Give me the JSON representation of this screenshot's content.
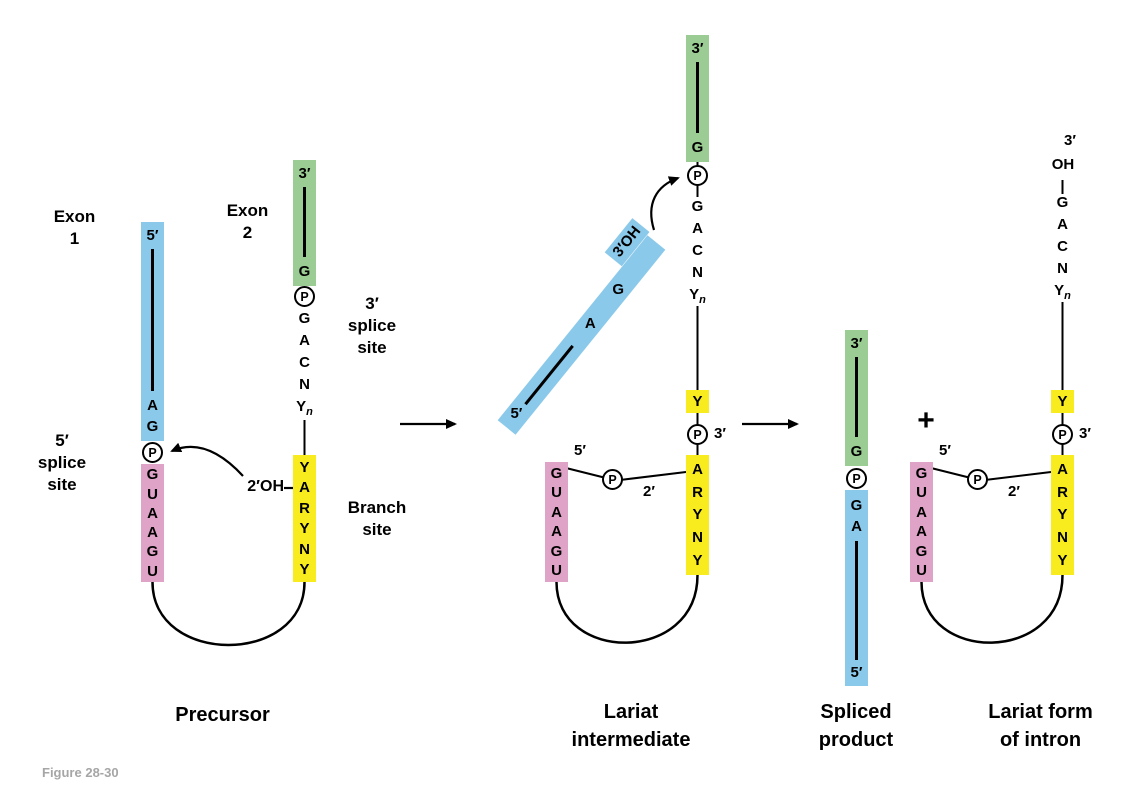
{
  "figure_caption": "Figure 28-30",
  "colors": {
    "exon1": "#8bc9ea",
    "exon2": "#9bcc93",
    "intron_5p": "#dfa3c7",
    "branch": "#f8ec1e"
  },
  "stage_titles": {
    "precursor": "Precursor",
    "lariat_intermediate_1": "Lariat",
    "lariat_intermediate_2": "intermediate",
    "spliced_product_1": "Spliced",
    "spliced_product_2": "product",
    "lariat_intron_1": "Lariat form",
    "lariat_intron_2": "of intron"
  },
  "labels": {
    "exon1_1": "Exon",
    "exon1_2": "1",
    "exon2_1": "Exon",
    "exon2_2": "2",
    "splice5_1": "5′",
    "splice5_2": "splice",
    "splice5_3": "site",
    "splice3_1": "3′",
    "splice3_2": "splice",
    "splice3_3": "site",
    "branch_1": "Branch",
    "branch_2": "site",
    "plus": "+",
    "oh2": "2′OH",
    "oh3": "3′OH",
    "oh": "OH",
    "p": "P",
    "five_prime": "5′",
    "three_prime": "3′",
    "two_prime": "2′",
    "yn_base": "Y",
    "yn_sub": "n"
  },
  "sequences": {
    "exon1_3end": [
      "A",
      "G"
    ],
    "exon2_5start": [
      "G"
    ],
    "intron_5end": [
      "G",
      "U",
      "A",
      "A",
      "G",
      "U"
    ],
    "intron_3end": [
      "G",
      "A",
      "C",
      "N"
    ],
    "branch_region_precursor": [
      "Y",
      "A",
      "R",
      "Y",
      "N",
      "Y"
    ],
    "branch_y": "Y",
    "branch_region_lariat": [
      "A",
      "R",
      "Y",
      "N",
      "Y"
    ],
    "exon1_diag": [
      "G",
      "A"
    ],
    "spliced_junction_exon1": [
      "G",
      "A"
    ]
  }
}
